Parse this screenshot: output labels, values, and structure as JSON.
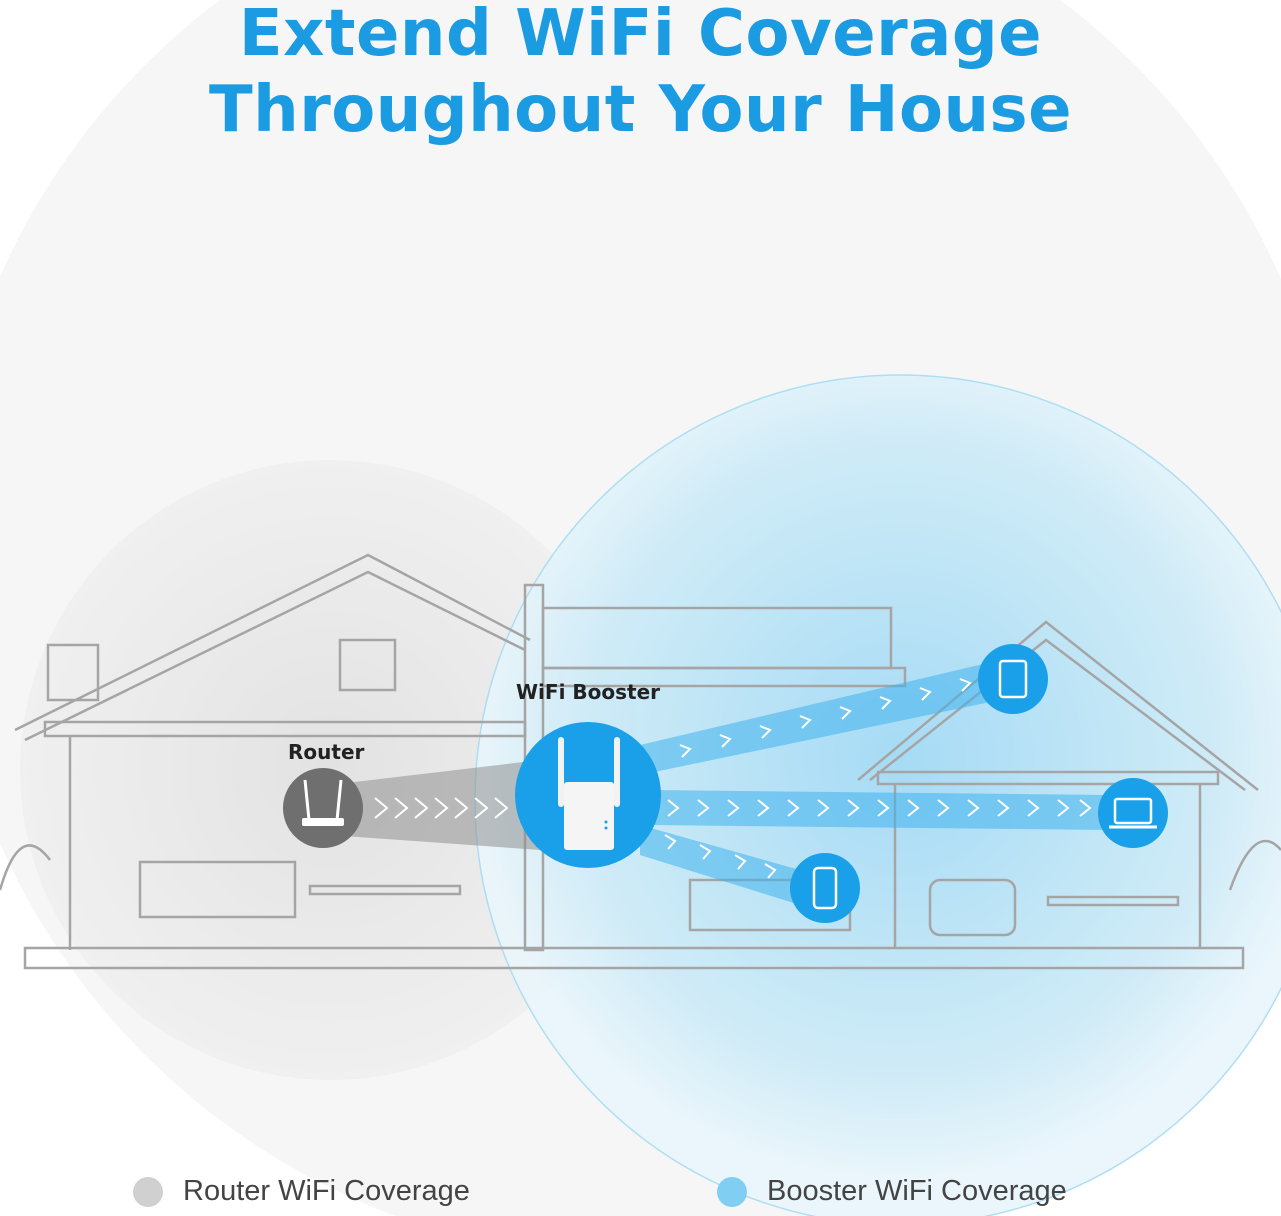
{
  "title": {
    "line1": "Extend WiFi Coverage",
    "line2": "Throughout Your House"
  },
  "labels": {
    "router": "Router",
    "booster": "WiFi Booster"
  },
  "legend": [
    {
      "label": "Router WiFi Coverage",
      "color": "#d0d0d0"
    },
    {
      "label": "Booster WiFi Coverage",
      "color": "#80cff3"
    }
  ],
  "colors": {
    "accent": "#1b9be2",
    "router_icon": "#6f6f6f",
    "booster_circle": "#1aa0e8"
  },
  "icons": [
    "router-icon",
    "wifi-booster-device",
    "tablet-icon",
    "laptop-icon",
    "phone-icon"
  ]
}
